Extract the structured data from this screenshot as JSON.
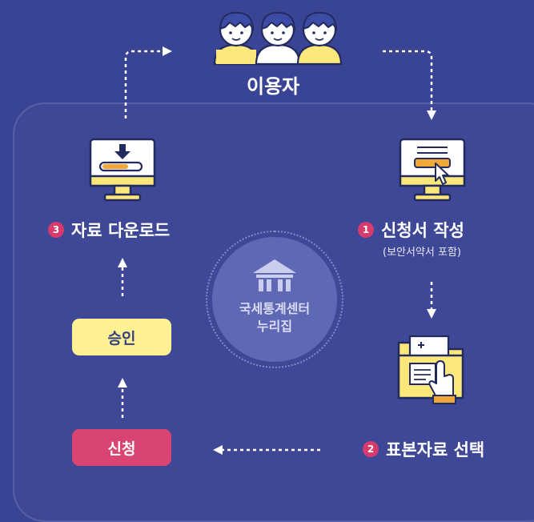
{
  "user": {
    "label": "이용자"
  },
  "steps": {
    "apply_form": {
      "number": "1",
      "label": "신청서 작성",
      "note": "(보안서약서 포함)"
    },
    "sample_select": {
      "number": "2",
      "label": "표본자료 선택"
    },
    "download": {
      "number": "3",
      "label": "자료 다운로드"
    }
  },
  "statuses": {
    "request": "신청",
    "approval": "승인"
  },
  "center": {
    "line1": "국세통계센터",
    "line2": "누리집"
  },
  "colors": {
    "background": "#3a4495",
    "accent_yellow": "#fdf193",
    "accent_red": "#d94470",
    "badge": "#d83a6b"
  },
  "icons": [
    "user-group-icon",
    "download-monitor-icon",
    "form-monitor-icon",
    "folder-select-icon",
    "building-icon",
    "arrow-icon"
  ]
}
